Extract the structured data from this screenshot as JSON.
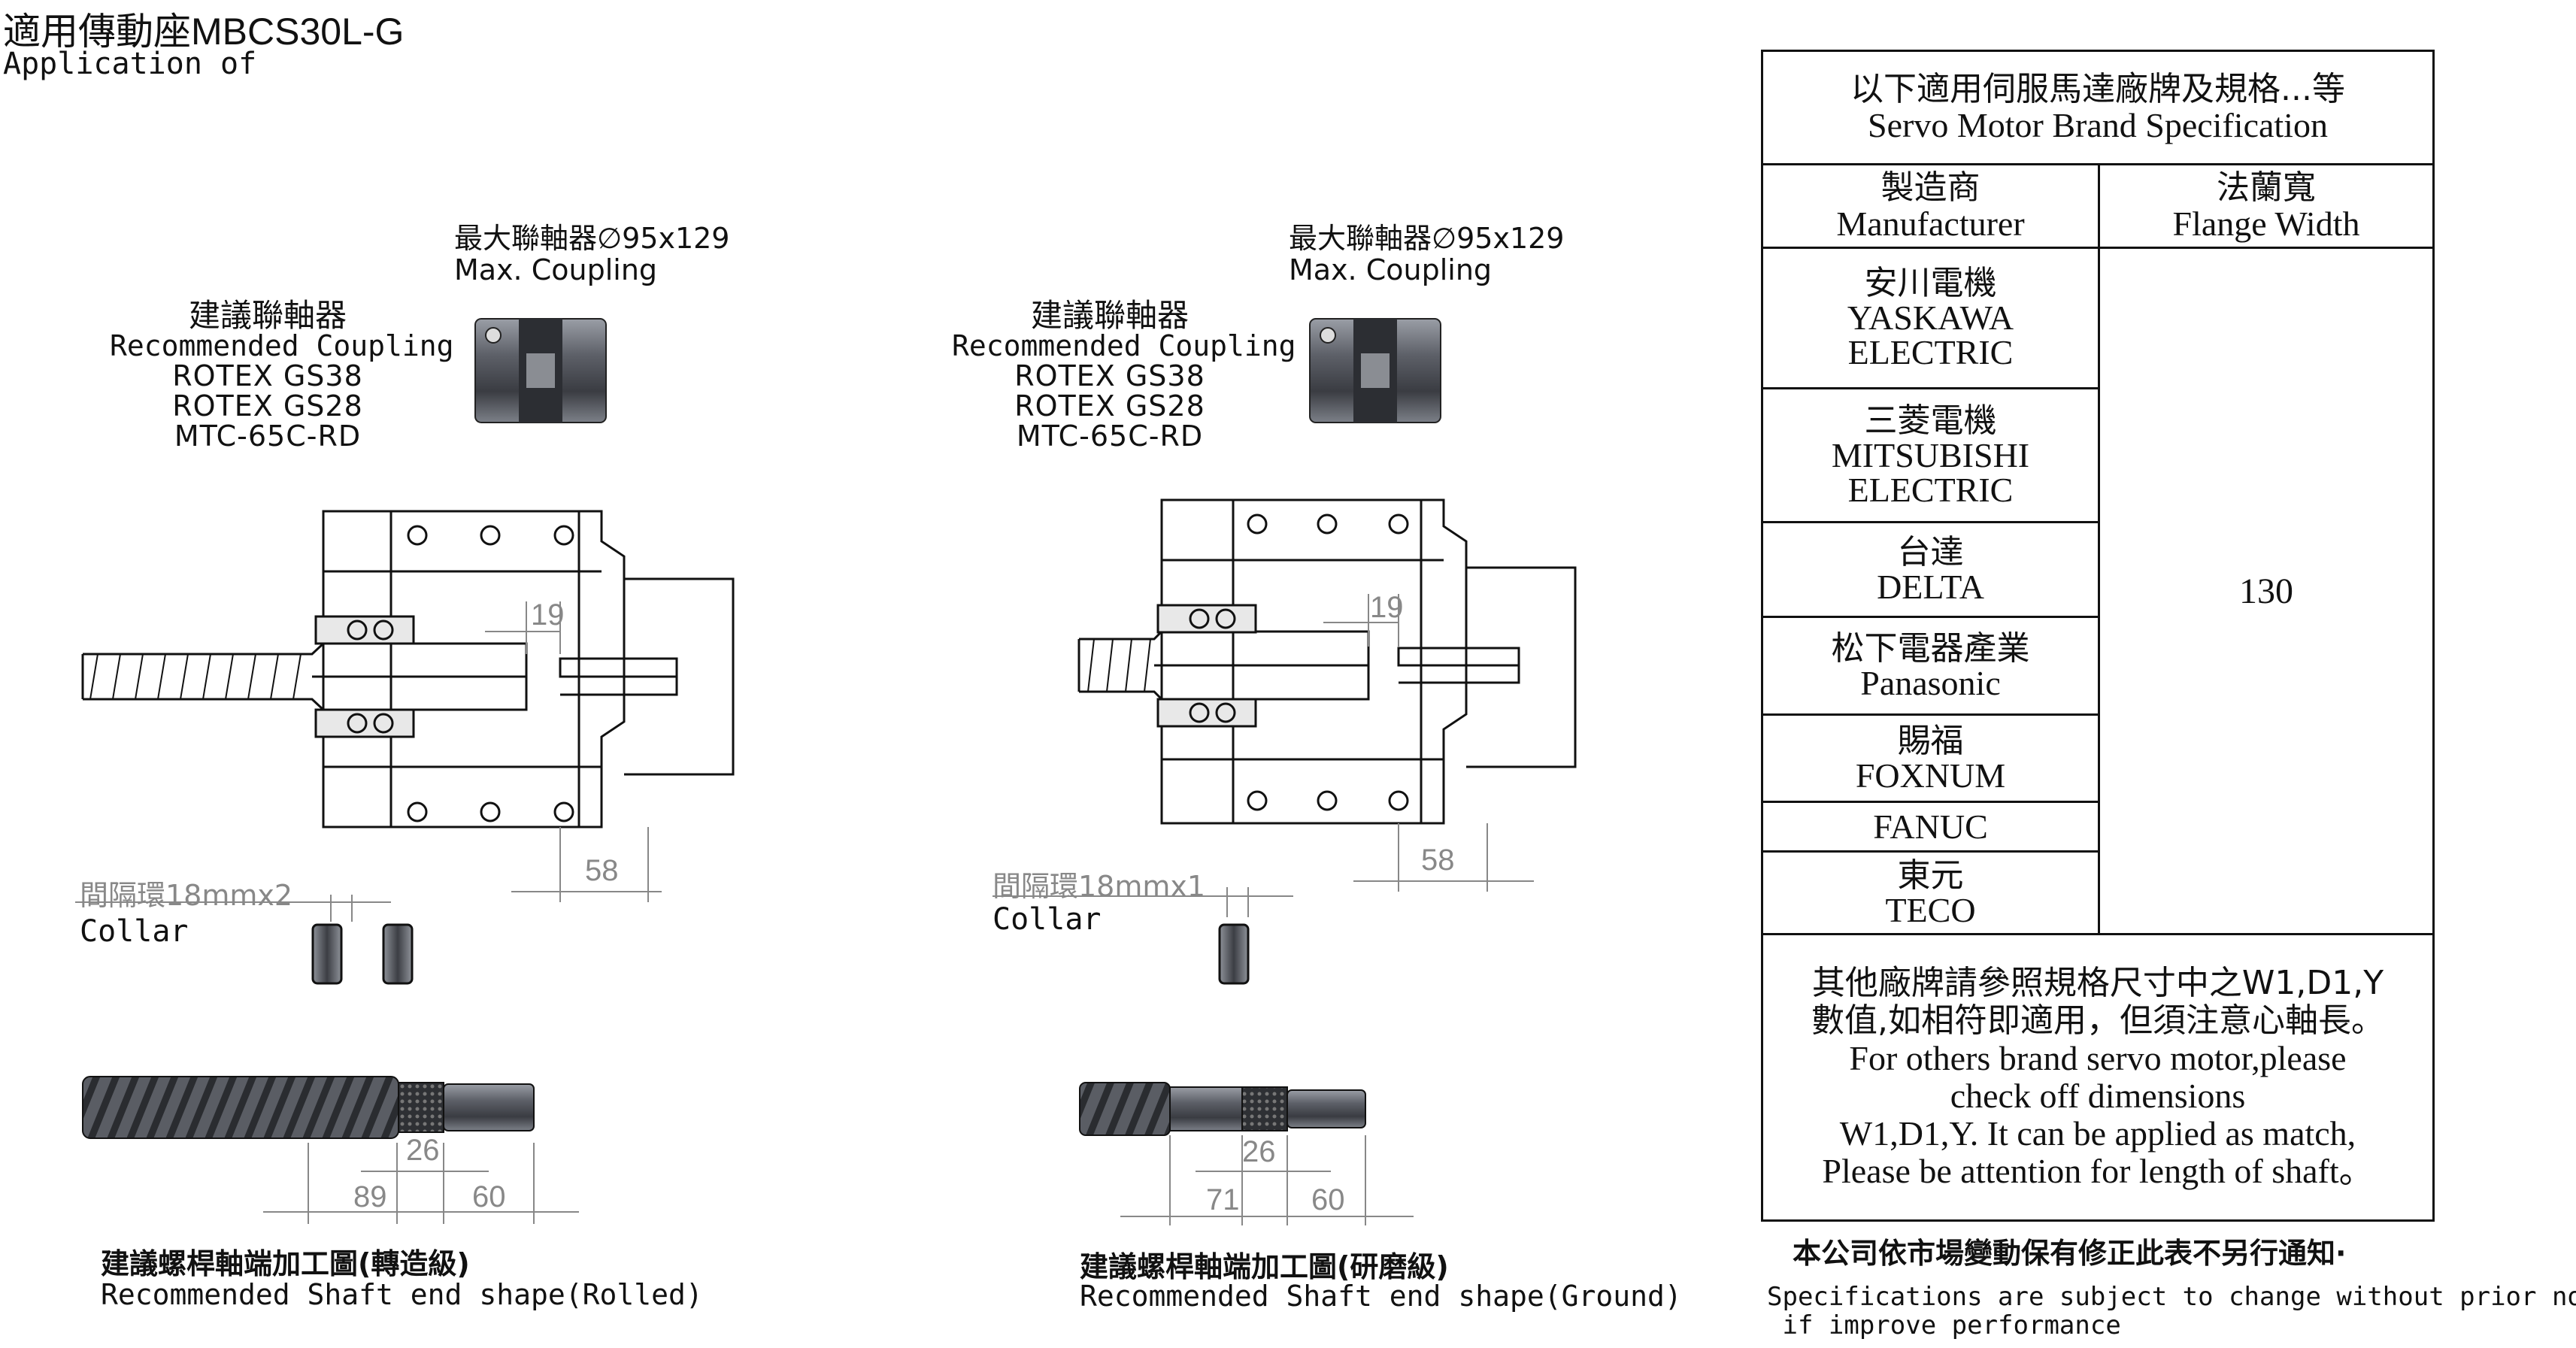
{
  "title": {
    "cn": "適用傳動座MBCS30L-G",
    "en": "Application of"
  },
  "left": {
    "max_coupling_cn": "最大聯軸器∅95x129",
    "max_coupling_en": "Max. Coupling",
    "rec_coupling_cn": "建議聯軸器",
    "rec_coupling_en": "Recommended Coupling",
    "models": [
      "ROTEX GS38",
      "ROTEX GS28",
      "MTC-65C-RD"
    ],
    "dim_19": "19",
    "dim_58": "58",
    "spacer": "間隔環18mmx2",
    "collar": "Collar",
    "dim_26": "26",
    "dim_a": "89",
    "dim_60": "60",
    "shaft_cn": "建議螺桿軸端加工圖(轉造級)",
    "shaft_en": "Recommended Shaft end shape(Rolled)"
  },
  "right": {
    "max_coupling_cn": "最大聯軸器∅95x129",
    "max_coupling_en": "Max. Coupling",
    "rec_coupling_cn": "建議聯軸器",
    "rec_coupling_en": "Recommended Coupling",
    "models": [
      "ROTEX GS38",
      "ROTEX GS28",
      "MTC-65C-RD"
    ],
    "dim_19": "19",
    "dim_58": "58",
    "spacer": "間隔環18mmx1",
    "collar": "Collar",
    "dim_26": "26",
    "dim_a": "71",
    "dim_60": "60",
    "shaft_cn": "建議螺桿軸端加工圖(研磨級)",
    "shaft_en": "Recommended Shaft end shape(Ground)"
  },
  "table": {
    "header_cn": "以下適用伺服馬達廠牌及規格...等",
    "header_en": "Servo Motor Brand Specification",
    "col1_cn": "製造商",
    "col1_en": "Manufacturer",
    "col2_cn": "法蘭寬",
    "col2_en": "Flange Width",
    "brands": [
      {
        "cn": "安川電機",
        "en": "YASKAWA ELECTRIC"
      },
      {
        "cn": "三菱電機",
        "en": "MITSUBISHI ELECTRIC"
      },
      {
        "cn": "台達",
        "en": "DELTA"
      },
      {
        "cn": "松下電器產業",
        "en": "Panasonic"
      },
      {
        "cn": "賜福",
        "en": "FOXNUM"
      },
      {
        "cn": "",
        "en": "FANUC"
      },
      {
        "cn": "東元",
        "en": "TECO"
      }
    ],
    "flange_width": "130",
    "note_cn_1": "其他廠牌請參照規格尺寸中之W1,D1,Y",
    "note_cn_2": "數值,如相符即適用，但須注意心軸長。",
    "note_en_1": "For others brand servo motor,please",
    "note_en_2": "check off dimensions",
    "note_en_3": "W1,D1,Y. It can be applied as match,",
    "note_en_4": "Please be attention for length of shaft。"
  },
  "notice": {
    "cn": "本公司依市場變動保有修正此表不另行通知·",
    "en": "Specifications are subject to change without prior notice\n if improve performance"
  }
}
